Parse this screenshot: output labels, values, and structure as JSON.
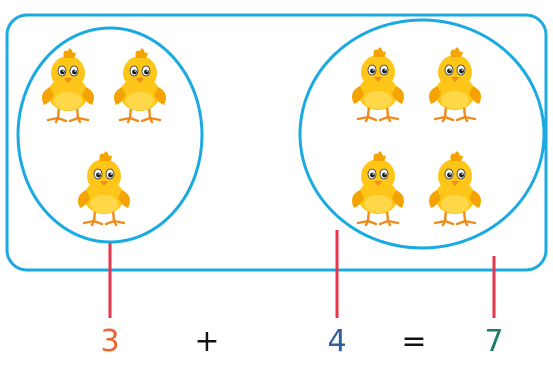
{
  "groups": [
    {
      "name": "left-group",
      "count": 3
    },
    {
      "name": "right-group",
      "count": 4
    }
  ],
  "equation": {
    "addend1": "3",
    "plus": "+",
    "addend2": "4",
    "equals": "=",
    "sum": "7"
  },
  "colors": {
    "frame": "#1aa9e0",
    "connector": "#e8344a",
    "addend1": "#f06433",
    "addend2": "#2f5f9e",
    "operator": "#111111",
    "sum": "#1f7a6a",
    "chick_body": "#ffc61a",
    "chick_shade": "#f5a300",
    "beak_feet": "#f08a18"
  },
  "icons": [
    "chick-icon"
  ]
}
